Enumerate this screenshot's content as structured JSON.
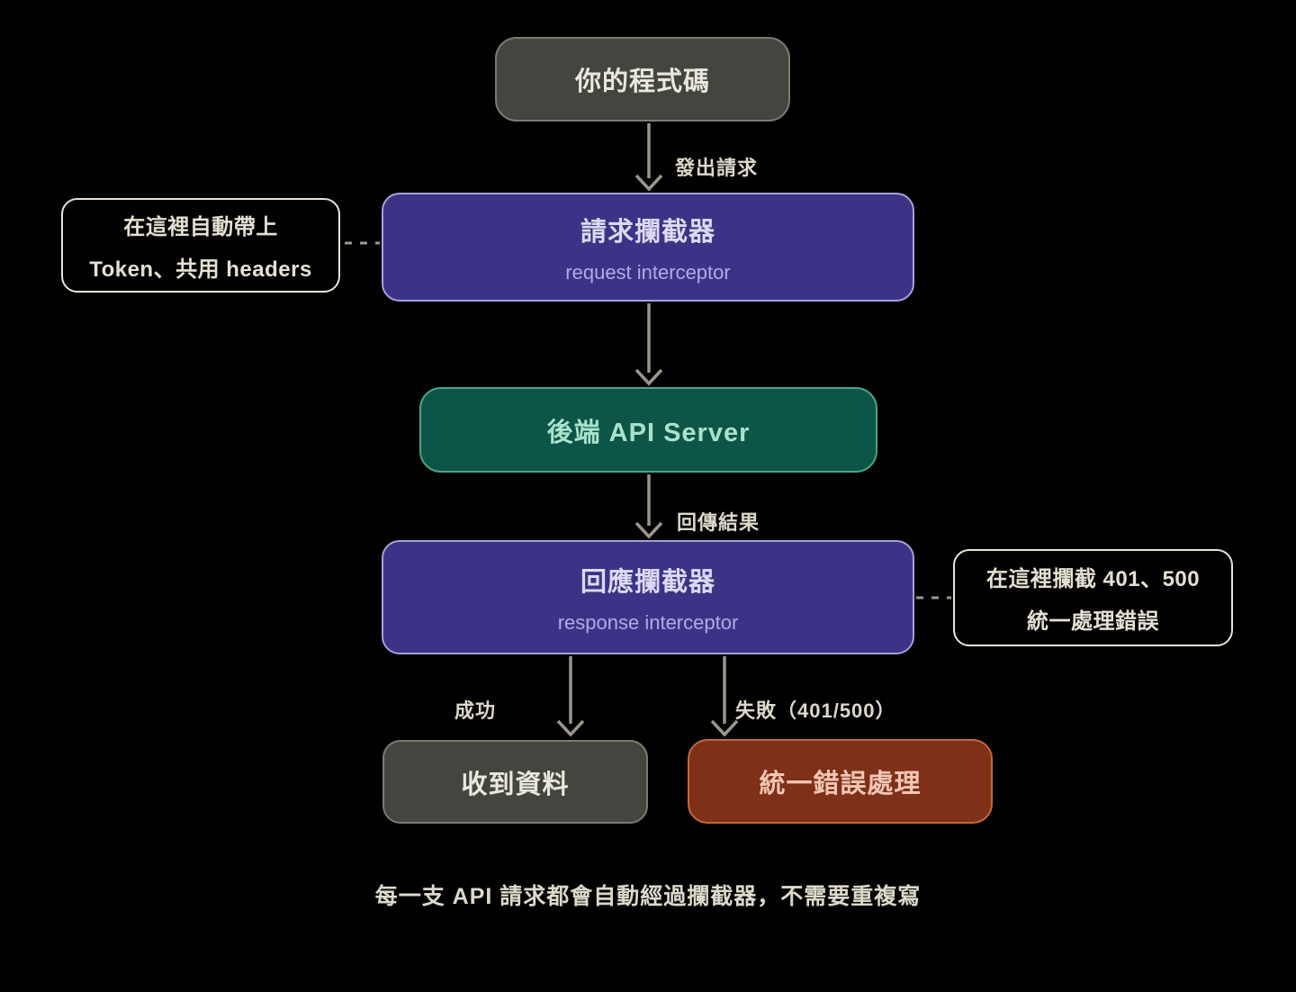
{
  "diagram": {
    "nodes": {
      "your_code": {
        "label": "你的程式碼"
      },
      "request_interceptor": {
        "title": "請求攔截器",
        "subtitle": "request interceptor"
      },
      "api_server": {
        "label": "後端 API Server"
      },
      "response_interceptor": {
        "title": "回應攔截器",
        "subtitle": "response interceptor"
      },
      "data_received": {
        "label": "收到資料"
      },
      "error_handler": {
        "label": "統一錯誤處理"
      }
    },
    "notes": {
      "request_note": {
        "line1": "在這裡自動帶上",
        "line2": "Token、共用 headers"
      },
      "response_note": {
        "line1": "在這裡攔截 401、500",
        "line2": "統一處理錯誤"
      }
    },
    "edge_labels": {
      "send_request": "發出請求",
      "return_result": "回傳結果",
      "success": "成功",
      "failure": "失敗（401/500）"
    },
    "caption": "每一支 API 請求都會自動經過攔截器，不需要重複寫"
  },
  "colors": {
    "background": "#000000",
    "arrow": "#9a968c",
    "gray_fill": "#454540",
    "gray_border": "#7b7b73",
    "gray_text": "#eae8dc",
    "purple_fill": "#3b3486",
    "purple_border": "#a7a1d8",
    "purple_title": "#ddd9f2",
    "purple_subtitle": "#b2a9e7",
    "green_fill": "#0d5546",
    "green_border": "#4aa486",
    "green_text": "#a9e2cc",
    "red_fill": "#7e3019",
    "red_border": "#c4683c",
    "red_text": "#f4c6b4",
    "note_border": "#eae3d8",
    "note_text": "#e6e0d3",
    "label_text": "#dcd8ca"
  }
}
